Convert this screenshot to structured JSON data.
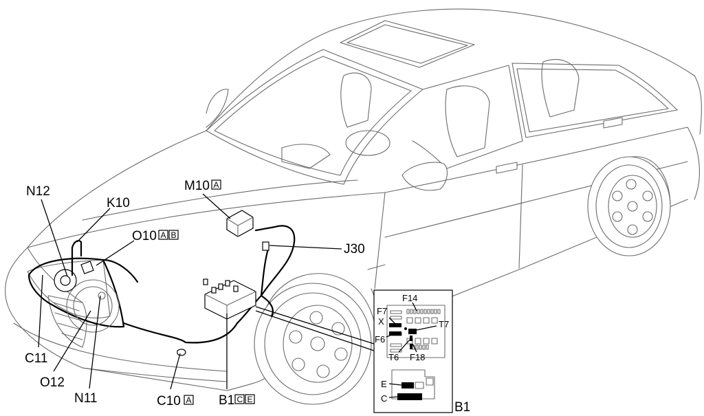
{
  "labels": {
    "n12": "N12",
    "k10": "K10",
    "o10": "O10",
    "o10_tags": [
      "A",
      "B"
    ],
    "m10": "M10",
    "m10_tags": [
      "A"
    ],
    "j30": "J30",
    "c11": "C11",
    "o12": "O12",
    "n11": "N11",
    "c10": "C10",
    "c10_tags": [
      "A"
    ],
    "b1": "B1",
    "b1_tags": [
      "C",
      "E"
    ]
  },
  "fusebox_inset": {
    "f14": "F14",
    "f7": "F7",
    "x": "X",
    "t7": "T7",
    "f6": "F6",
    "t6": "T6",
    "f18": "F18"
  },
  "connector_inset": {
    "e": "E",
    "c": "C",
    "b1": "B1"
  }
}
